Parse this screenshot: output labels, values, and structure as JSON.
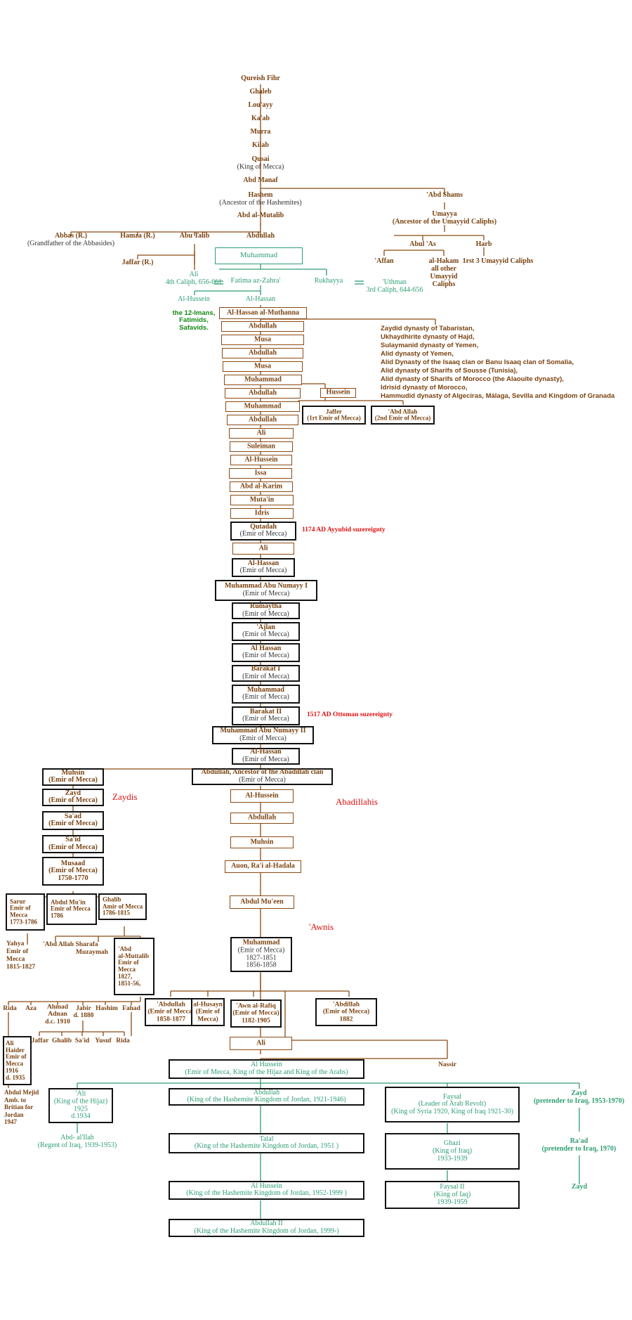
{
  "colors": {
    "brown": "#8b4a13",
    "text_brown": "#7a4210",
    "green": "#2e9e72",
    "dark_green": "#138a13",
    "red": "#e01010",
    "black": "#111111"
  },
  "early": [
    "Qureish Fihr",
    "Ghaleb",
    "Lou'ayy",
    "Ka'ab",
    "Murra",
    "Kilab"
  ],
  "qusai": {
    "name": "Qusai",
    "title": "(King of Mecca)"
  },
  "abd_manaf": "Abd Manaf",
  "hashem": {
    "name": "Hashem",
    "title": "(Ancestor of the Hashemites)"
  },
  "abd_shams": "'Abd Shams",
  "umayya": {
    "name": "Umayya",
    "title": "(Ancestor of the Umayyid Caliphs)"
  },
  "abd_mutalib": "Abd al-Mutalib",
  "abbas": {
    "name": "Abbas (R.)",
    "title": "(Grandfather of the Abbasides)"
  },
  "hamza": "Hamza (R.)",
  "abu_talib": "Abu Talib",
  "abdullah_father": "Abdullah",
  "muhammad_prophet": "Muhammad",
  "jaffar_r": "Jaffar (R.)",
  "ali_caliph": {
    "name": "Ali",
    "title": "4th Caliph, 656-661"
  },
  "fatima": "Fatima az-Zahra'",
  "rukhayya": "Rukhayya",
  "uthman": {
    "name": "'Uthman",
    "title": "3rd Caliph, 644-656"
  },
  "abul_as": "Abul  'As",
  "harb": "Harb",
  "affan": "'Affan",
  "al_hakam": {
    "name": "al-Hakam",
    "title": "all other Umayyid Caliphs"
  },
  "first3": "1rst 3 Umayyid Caliphs",
  "al_hussein_green": "Al-Hussein",
  "al_hassan_green": "Al-Hassan",
  "imams": [
    "the 12-Imans,",
    "Fatimids,",
    "Safavids."
  ],
  "muthanna": "Al-Hassan al-Muthanna",
  "dynasties": [
    "Zaydid dynasty of Tabaristan,",
    "Ukhaydhirite dynasty of Hajd,",
    "Sulaymanid dynasty of Yemen,",
    "Alid dynasty of Yemen,",
    "Alid Dynasty of the Isaaq clan or Banu Isaaq clan of Somalia,",
    "Alid dynasty of Sharifs of Sousse (Tunisia),",
    "Alid dynasty of Sharifs of Morocco (the Alaouite dynasty),",
    "Idrisid dynasty of Morocco,",
    "Hammudid dynasty of Algeciras, Málaga, Sevilla and Kingdom of Granada"
  ],
  "chain1": [
    "Abdullah",
    "Musa",
    "Abdullah",
    "Musa",
    "Muhammad",
    "Abdullah",
    "Muhammad",
    "Abdullah",
    "Ali",
    "Suleiman",
    "Al-Hussein",
    "Issa",
    "Abd al-Karim",
    "Muta'in",
    "Idris"
  ],
  "hussein_side": "Hussein",
  "jaffer_emir": {
    "name": "Jaffer",
    "title": "(1rt Emir of Mecca)"
  },
  "abd_allah_emir": {
    "name": "'Abd Allah",
    "title": "(2nd Emir of Mecca)"
  },
  "emir_label": "(Emir of Mecca)",
  "qutadah": "Qutadah",
  "ayyubid": "1174 AD   Ayyubid suzereignty",
  "ali_plain": "Ali",
  "al_hassan_emir": "Al-Hassan",
  "abu_numayy1": "Muhammad Abu Numayy I",
  "rumaytha": "Rumaytha",
  "ajlan": "'Ajlan",
  "al_hassan2": "Al Hassan",
  "barakat1": "Barakat I",
  "muhammad_emir": "Muhammad",
  "barakat2": "Barakat II",
  "ottoman": "1517 AD   Ottoman suzereignty",
  "abu_numayy2": "Muhammad Abu Numayy II",
  "al_hassan3": "Al-Hassan",
  "muhsin1": "Muhsin",
  "zayd": "Zayd",
  "saad": "Sa'ad",
  "said": "Sa'id",
  "musaad": {
    "name": "Musaad",
    "title": "(Emir of Mecca)",
    "years": "1750-1770"
  },
  "zaydis": "Zaydis",
  "abdullah_ancestor": "Abdullah, Ancestor of the Abadillah clan",
  "abadillahis": "Abadillahis",
  "chain2": [
    "Al-Hussein",
    "Abdullah",
    "Muhsin",
    "Auon, Ra'i al-Hadala",
    "Abdul Mu'een"
  ],
  "awnis": "'Awnis",
  "muhammad_awn": {
    "name": "Muhammad",
    "title": "(Emir of Mecca)",
    "years1": "1827-1851",
    "years2": "1856-1858"
  },
  "sarur": [
    "Sarur",
    "Emir of",
    "Mecca",
    "1773-1786"
  ],
  "abdul_muin": [
    "Abdul Mu'in",
    "Emir of Mecca",
    "1786"
  ],
  "ghalib": [
    "Ghalib",
    "Amir of Mecca",
    "1786-1815"
  ],
  "yahya": [
    "Yahya",
    "Emir of",
    "Mecca",
    "1815-1827"
  ],
  "abd_allah_sharafa": "'Abd Allah Sharafa",
  "muzaymah": "Muzaymah",
  "abd_muttalib": [
    "'Abd",
    "al-Muttalib",
    "Emir of",
    "Mecca",
    "1827,",
    "1851-56,"
  ],
  "row_names": [
    "Rida",
    "Aza",
    "Ahmad",
    "Jabir",
    "Hashim",
    "Fahad"
  ],
  "ahmad_extra": [
    "Adnan",
    "d.c. 1910"
  ],
  "jabir_extra": "d. 1880",
  "row2_names": [
    "Jaffar",
    "Ghalib",
    "Sa'id",
    "Yusuf",
    "Rida"
  ],
  "abdullah_1858": {
    "name": "'Abdullah",
    "title": "(Emir of Mecca)",
    "years": "1858-1877"
  },
  "al_husayn": {
    "name": "al-Husayn",
    "title": "(Emir of",
    "title2": "Mecca)"
  },
  "awn_rafiq": {
    "name": "'Awn al-Rafiq",
    "title": "(Emir of Mecca)",
    "years": "1182-1905"
  },
  "abdillah_1882": {
    "name": "'Abdillah",
    "title": "(Emir of Mecca)",
    "years": "1882"
  },
  "ali_haider": [
    "Ali",
    "Haider",
    "Emir of",
    "Mecca",
    "1916",
    "d. 1935"
  ],
  "abdul_mejid": [
    "Abdul Mejid",
    "Amb. to",
    "Britian for",
    "Jordan",
    "1947"
  ],
  "ali_center": "Ali",
  "nassir": "Nassir",
  "al_hussein_king": {
    "name": "Al Hussein",
    "title": "(Emir of Mecca, King of the Hijaz and King of the Arabs)"
  },
  "ali_hijaz": {
    "name": "'Ali",
    "title": "(King of the Hijaz)",
    "years": "1925",
    "death": "d.1934"
  },
  "abd_al_ilah": {
    "name": "Abd- al'Ilah",
    "title": "(Regent of Iraq, 1939-1953)"
  },
  "abdullah_jordan": {
    "name": "Abdullah",
    "title": "(King of the Hashemite Kingdom of Jordan, 1921-1946)"
  },
  "talal": {
    "name": "Talal",
    "title": "(King of the Hashemite Kingdom of Jordan, 1951 )"
  },
  "hussein_jordan": {
    "name": "Al Hussein",
    "title": "(King of the Hashemite Kingdom of Jordan, 1952-1999 )"
  },
  "abdullah2": {
    "name": "Abdullah II",
    "title": "(King of the Hashemite Kingdom of Jordan, 1999-)"
  },
  "faysal": {
    "name": "Faysal",
    "title": "(Leader of Arab Revolt)",
    "title2": "(King of Syria 1920, King of Iraq 1921-30)"
  },
  "ghazi": {
    "name": "Ghazi",
    "title": "(King of Iraq)",
    "years": "1933-1939"
  },
  "faysal2": {
    "name": "Faysal II",
    "title": "(King of Iaq)",
    "years": "1939-1959"
  },
  "zayd_pretender": {
    "name": "Zayd",
    "title": "(pretender to Iraq, 1953-1970)"
  },
  "raad": {
    "name": "Ra'ad",
    "title": "(pretender to Iraq, 1970)"
  },
  "zayd_last": "Zayd"
}
